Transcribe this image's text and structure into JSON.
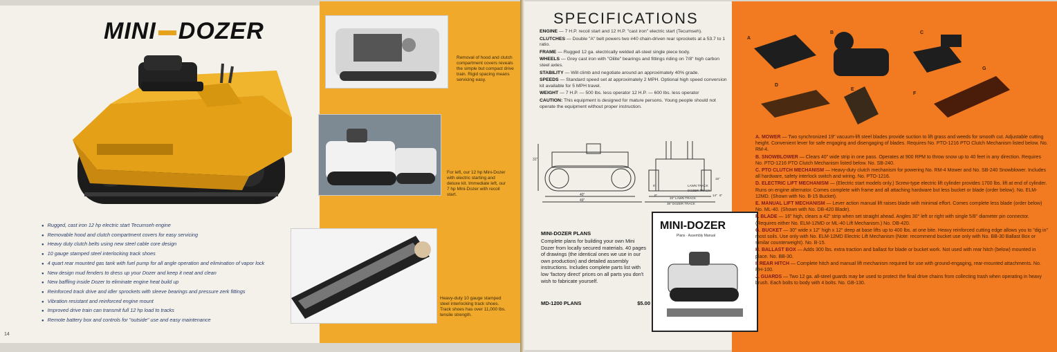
{
  "page_left": {
    "title_part1": "MINI",
    "title_part2": "DOZER",
    "page_number": "14",
    "features": [
      "Rugged, cast iron 12 hp electric start Tecumseh engine",
      "Removable hood and clutch compartment covers for easy servicing",
      "Heavy duty clutch belts using new steel cable core design",
      "10 gauge stamped steel interlocking track shoes",
      "4 quart rear mounted gas tank with fuel pump for all angle operation and elimination of vapor lock",
      "New design mud fenders to dress up your Dozer and keep it neat and clean",
      "New baffling inside Dozer to eliminate engine heat build up",
      "Reinforced track drive and idler sprockets with sleeve bearings and pressure zerk fittings",
      "Vibration resistant and reinforced engine mount",
      "Improved drive train can transmit full 12 hp load to tracks",
      "Remote battery box and controls for \"outside\" use and easy maintenance"
    ]
  },
  "page_photos": {
    "caption1": "Removal of hood and clutch compartment covers reveals the simple but compact drive train. Rigid spacing means servicing easy.",
    "caption2": "For left, our 12 hp Mini-Dozer with electric starting and deluxe kit. Immediate left, our 7 hp Mini-Dozer with recoil start.",
    "caption3": "Heavy-duty 10 gauge stamped steel interlocking track shoes. Track shoes has over 11,000 lbs. tensile strength."
  },
  "specs": {
    "title": "SPECIFICATIONS",
    "rows": [
      {
        "label": "ENGINE",
        "text": "— 7 H.P. recoil start and 12 H.P. \"cast iron\" electric start (Tecumseh)."
      },
      {
        "label": "CLUTCHES",
        "text": "— Double \"A\" belt powers two #40 chain-driven rear sprockets at a 53.7 to 1 ratio."
      },
      {
        "label": "FRAME",
        "text": "— Rugged 12 ga. electrically welded all-steel single piece body."
      },
      {
        "label": "WHEELS",
        "text": "— Grey cast iron with \"Oilite\" bearings and fittings riding on 7/8\" high carbon steel axles."
      },
      {
        "label": "STABILITY",
        "text": "— Will climb and negotiate around an approximately 40% grade."
      },
      {
        "label": "SPEEDS",
        "text": "— Standard speed set at approximately 2 MPH. Optional high speed conversion kit available for 5 MPH travel."
      },
      {
        "label": "WEIGHT",
        "text": "— 7 H.P. — 500 lbs. less operator   12 H.P. — 600 lbs. less operator"
      },
      {
        "label": "CAUTION:",
        "text": "This equipment is designed for mature persons. Young people should not operate the equipment without proper instruction."
      }
    ],
    "dims": {
      "height": "31\"",
      "length1": "40\"",
      "length2": "49\"",
      "lawn_track": "LAWN TRACK",
      "dozer_track": "DOZER TRACK",
      "lawn_width": "33\" LAWN TRACK",
      "dozer_width": "36\" DOZER TRACK",
      "side1": "6\"",
      "side2": "15\"",
      "track1": "8\"",
      "track2": "14\"",
      "side3": "6\""
    },
    "plans_heading": "MINI-DOZER PLANS",
    "plans_text": "Complete plans for building your own Mini Dozer from locally secured materials. 40 pages of drawings (the identical ones we use in our own production) and detailed assembly instructions. Includes complete parts list with low 'factory direct' prices on all parts you don't wish to fabricate yourself.",
    "plans_code": "MD-1200 PLANS",
    "plans_price": "$5.00",
    "manual_title": "MINI-DOZER",
    "manual_sub": "Plans · Assembly Manual"
  },
  "attachments": {
    "photo_labels": [
      "A",
      "B",
      "C",
      "D",
      "E",
      "F",
      "G"
    ],
    "items": [
      {
        "label": "A. MOWER",
        "text": "— Two synchronized 19\" vacuum-lift steel blades provide suction to lift grass and weeds for smooth cut. Adjustable cutting height. Convenient lever for safe engaging and disengaging of blades. Requires No. PTO-1216 PTO Clutch Mechanism listed below. No. RM-4."
      },
      {
        "label": "B. SNOWBLOWER",
        "text": "— Clears 40\" wide strip in one pass. Operates at 900 RPM to throw snow up to 40 feet in any direction. Requires No. PTO-1216 PTO Clutch Mechanism listed below. No. SB-240."
      },
      {
        "label": "C. PTO CLUTCH MECHANISM",
        "text": "— Heavy-duty clutch mechanism for powering No. RM-4 Mower and No. SB-240 Snowblower. Includes all hardware, safety interlock switch and wiring. No. PTO-1216."
      },
      {
        "label": "D. ELECTRIC LIFT MECHANISM",
        "text": "— (Electric start models only.) Screw-type electric lift cylinder provides 1700 lbs. lift at end of cylinder. Runs on engine alternator. Comes complete with frame and all attaching hardware but less bucket or blade (order below). No. ELM-12MD. (Shown with No. B-15 Bucket)."
      },
      {
        "label": "E. MANUAL LIFT MECHANISM",
        "text": "— Lever action manual lift raises blade with minimal effort. Comes complete less blade (order below) No. ML-40. (Shown with No. DB-420 Blade)."
      },
      {
        "label": "F. BLADE",
        "text": "— 16\" high, clears a 42\" strip when set straight ahead. Angles 30° left or right with single 5/8\" diameter pin connector. (Requires either No. ELM-12MD or ML-40 Lift Mechanism.) No. DB-420."
      },
      {
        "label": "G. BUCKET",
        "text": "— 30\" wide x 12\" high x 12\" deep at base lifts up to 400 lbs. at one bite. Heavy reinforced cutting edge allows you to \"dig in\" most soils. Use only with No. ELM-12MD Electric Lift Mechanism (Note: recommend bucket use only with No. BB-30 Ballast Box or similar counterweight). No. B-15."
      },
      {
        "label": "H. BALLAST BOX",
        "text": "— Adds 300 lbs. extra traction and ballast for blade or bucket work. Not used with rear hitch (below) mounted in place. No. BB-30."
      },
      {
        "label": "I. REAR HITCH",
        "text": "— Complete hitch and manual lift mechanism required for use with ground-engaging, rear-mounted attachments. No. RH-100."
      },
      {
        "label": "J. GUARDS",
        "text": "— Two 12 ga. all-steel guards may be used to protect the final drive chains from collecting trash when operating in heavy brush. Each bolts to body with 4 bolts. No. GB-130."
      }
    ]
  },
  "colors": {
    "accent_orange": "#f0a92a",
    "deep_orange": "#f27a21",
    "dozer_yellow": "#e7a21b"
  }
}
